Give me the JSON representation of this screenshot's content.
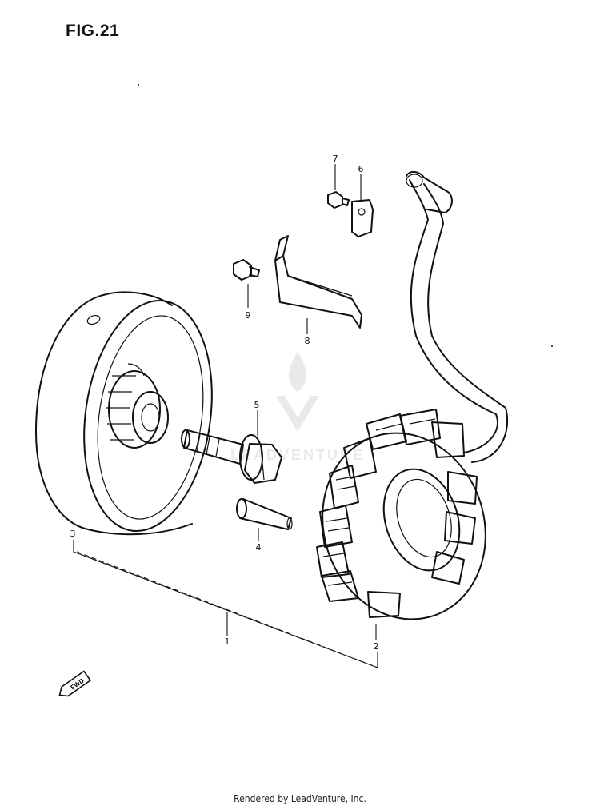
{
  "figure": {
    "title": "FIG.21"
  },
  "watermark": "LEADVENTURE",
  "fwd_label": "FWD",
  "callouts": [
    {
      "id": "part-1",
      "label": "1"
    },
    {
      "id": "part-2",
      "label": "2"
    },
    {
      "id": "part-3",
      "label": "3"
    },
    {
      "id": "part-4",
      "label": "4"
    },
    {
      "id": "part-5",
      "label": "5"
    },
    {
      "id": "part-6",
      "label": "6"
    },
    {
      "id": "part-7",
      "label": "7"
    },
    {
      "id": "part-8",
      "label": "8"
    },
    {
      "id": "part-9",
      "label": "9"
    }
  ],
  "footer": {
    "credit": "Rendered by LeadVenture, Inc."
  }
}
